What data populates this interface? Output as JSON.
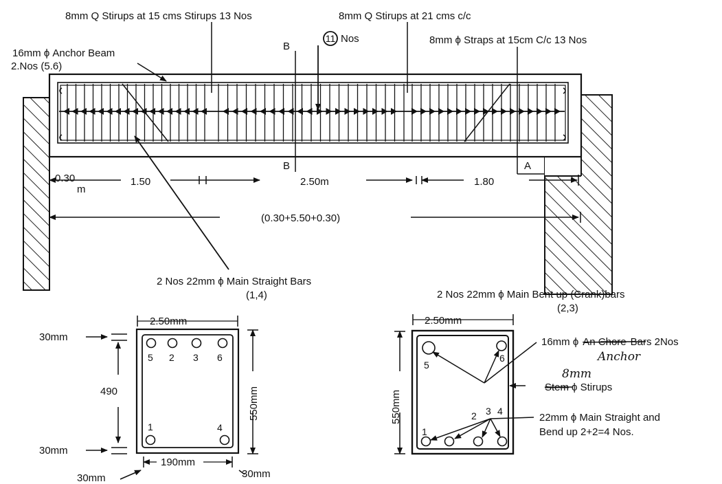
{
  "elevation": {
    "label_stirrups_left": "8mm Q Stirups at 15 cms Stirups 13 Nos",
    "label_stirrups_mid": "8mm Q  Stirups at 21 cms c/c",
    "label_circled_count": "11",
    "label_nos": "Nos",
    "label_straps_right": "8mm ϕ  Straps at 15cm C/c 13 Nos",
    "label_anchor_line1": "16mm ϕ  Anchor Beam",
    "label_anchor_line2": "2.Nos (5.6)",
    "section_b_top": "B",
    "section_b_bottom": "B",
    "section_a": "A",
    "dim_support": "0.30",
    "dim_support_unit": "m",
    "dim_left": "1.50",
    "dim_mid": "2.50m",
    "dim_right": "1.80",
    "dim_total": "(0.30+5.50+0.30)",
    "label_main_straight_line1": "2 Nos 22mm ϕ  Main Straight Bars",
    "label_main_straight_line2": "(1,4)",
    "label_bent_line1": "2 Nos 22mm ϕ  Main Bent up (Crank)bars",
    "label_bent_line2": "(2,3)"
  },
  "section_left": {
    "dim_width": "2.50mm",
    "dim_cover_top": "30mm",
    "dim_inner_height": "490",
    "dim_cover_bottom": "30mm",
    "dim_height": "550mm",
    "dim_inner_width": "190mm",
    "dim_cover_left": "30mm",
    "dim_cover_right": "30mm",
    "bar_labels_top": [
      "5",
      "2",
      "3",
      "6"
    ],
    "bar_labels_bottom": [
      "1",
      "4"
    ]
  },
  "section_right": {
    "dim_width": "2.50mm",
    "dim_height": "550mm",
    "label_anchor_bars": "16mm ϕ",
    "label_anchor_struck": "An Chore",
    "label_anchor_bars_tail": "Bars 2Nos",
    "label_anchor_hand": "Anchor",
    "label_stirrups_hand": "8mm",
    "label_stirrups_struck": "Stem",
    "label_stirrups_tail": "ϕ  Stirups",
    "label_main_line1": "22mm ϕ  Main Straight and",
    "label_main_line2": "Bend up 2+2=4 Nos.",
    "bar_labels": [
      "5",
      "6",
      "1",
      "2",
      "3",
      "4"
    ]
  }
}
